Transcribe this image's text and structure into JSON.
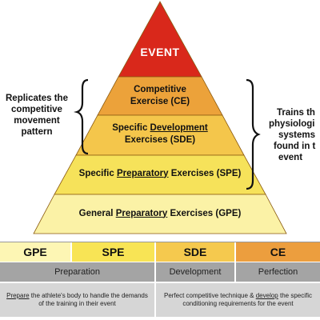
{
  "pyramid": {
    "event": "EVENT",
    "ce_line1": "Competitive",
    "ce_line2": "Exercise (CE)",
    "sde_line1_pre": "Specific ",
    "sde_line1_underline": "Development",
    "sde_line2": "Exercises (SDE)",
    "spe_pre": "Specific ",
    "spe_underline": "Preparatory",
    "spe_post": " Exercises (SPE)",
    "gpe_pre": "General ",
    "gpe_underline": "Preparatory",
    "gpe_post": " Exercises (GPE)"
  },
  "left_annotation": {
    "line1": "Replicates the",
    "line2": "competitive",
    "line3": "movement",
    "line4": "pattern"
  },
  "right_annotation": {
    "line1": "Trains th",
    "line2": "physiologi",
    "line3": "systems",
    "line4": "found in t",
    "line5": "event"
  },
  "table": {
    "headers": [
      "GPE",
      "SPE",
      "SDE",
      "CE"
    ],
    "phases": [
      "Preparation",
      "Development",
      "Perfection"
    ],
    "desc_left_underline": "Prepare",
    "desc_left_rest": " the athlete's body to handle the demands of the training in their event",
    "desc_right_pre": "Perfect competitive technique & ",
    "desc_right_underline": "develop",
    "desc_right_rest": " the specific conditioning requirements for the event"
  },
  "colors": {
    "event": "#d9281b",
    "ce": "#eca23a",
    "sde": "#f4c64b",
    "spe": "#f6e25a",
    "gpe": "#fbf2a6",
    "gpe_cell": "#fdf6b4",
    "spe_cell": "#f8e455",
    "sde_cell": "#f5c94e",
    "ce_cell": "#ec9e3e",
    "phase_row": "#a4a4a4",
    "desc_row": "#d6d6d6"
  }
}
